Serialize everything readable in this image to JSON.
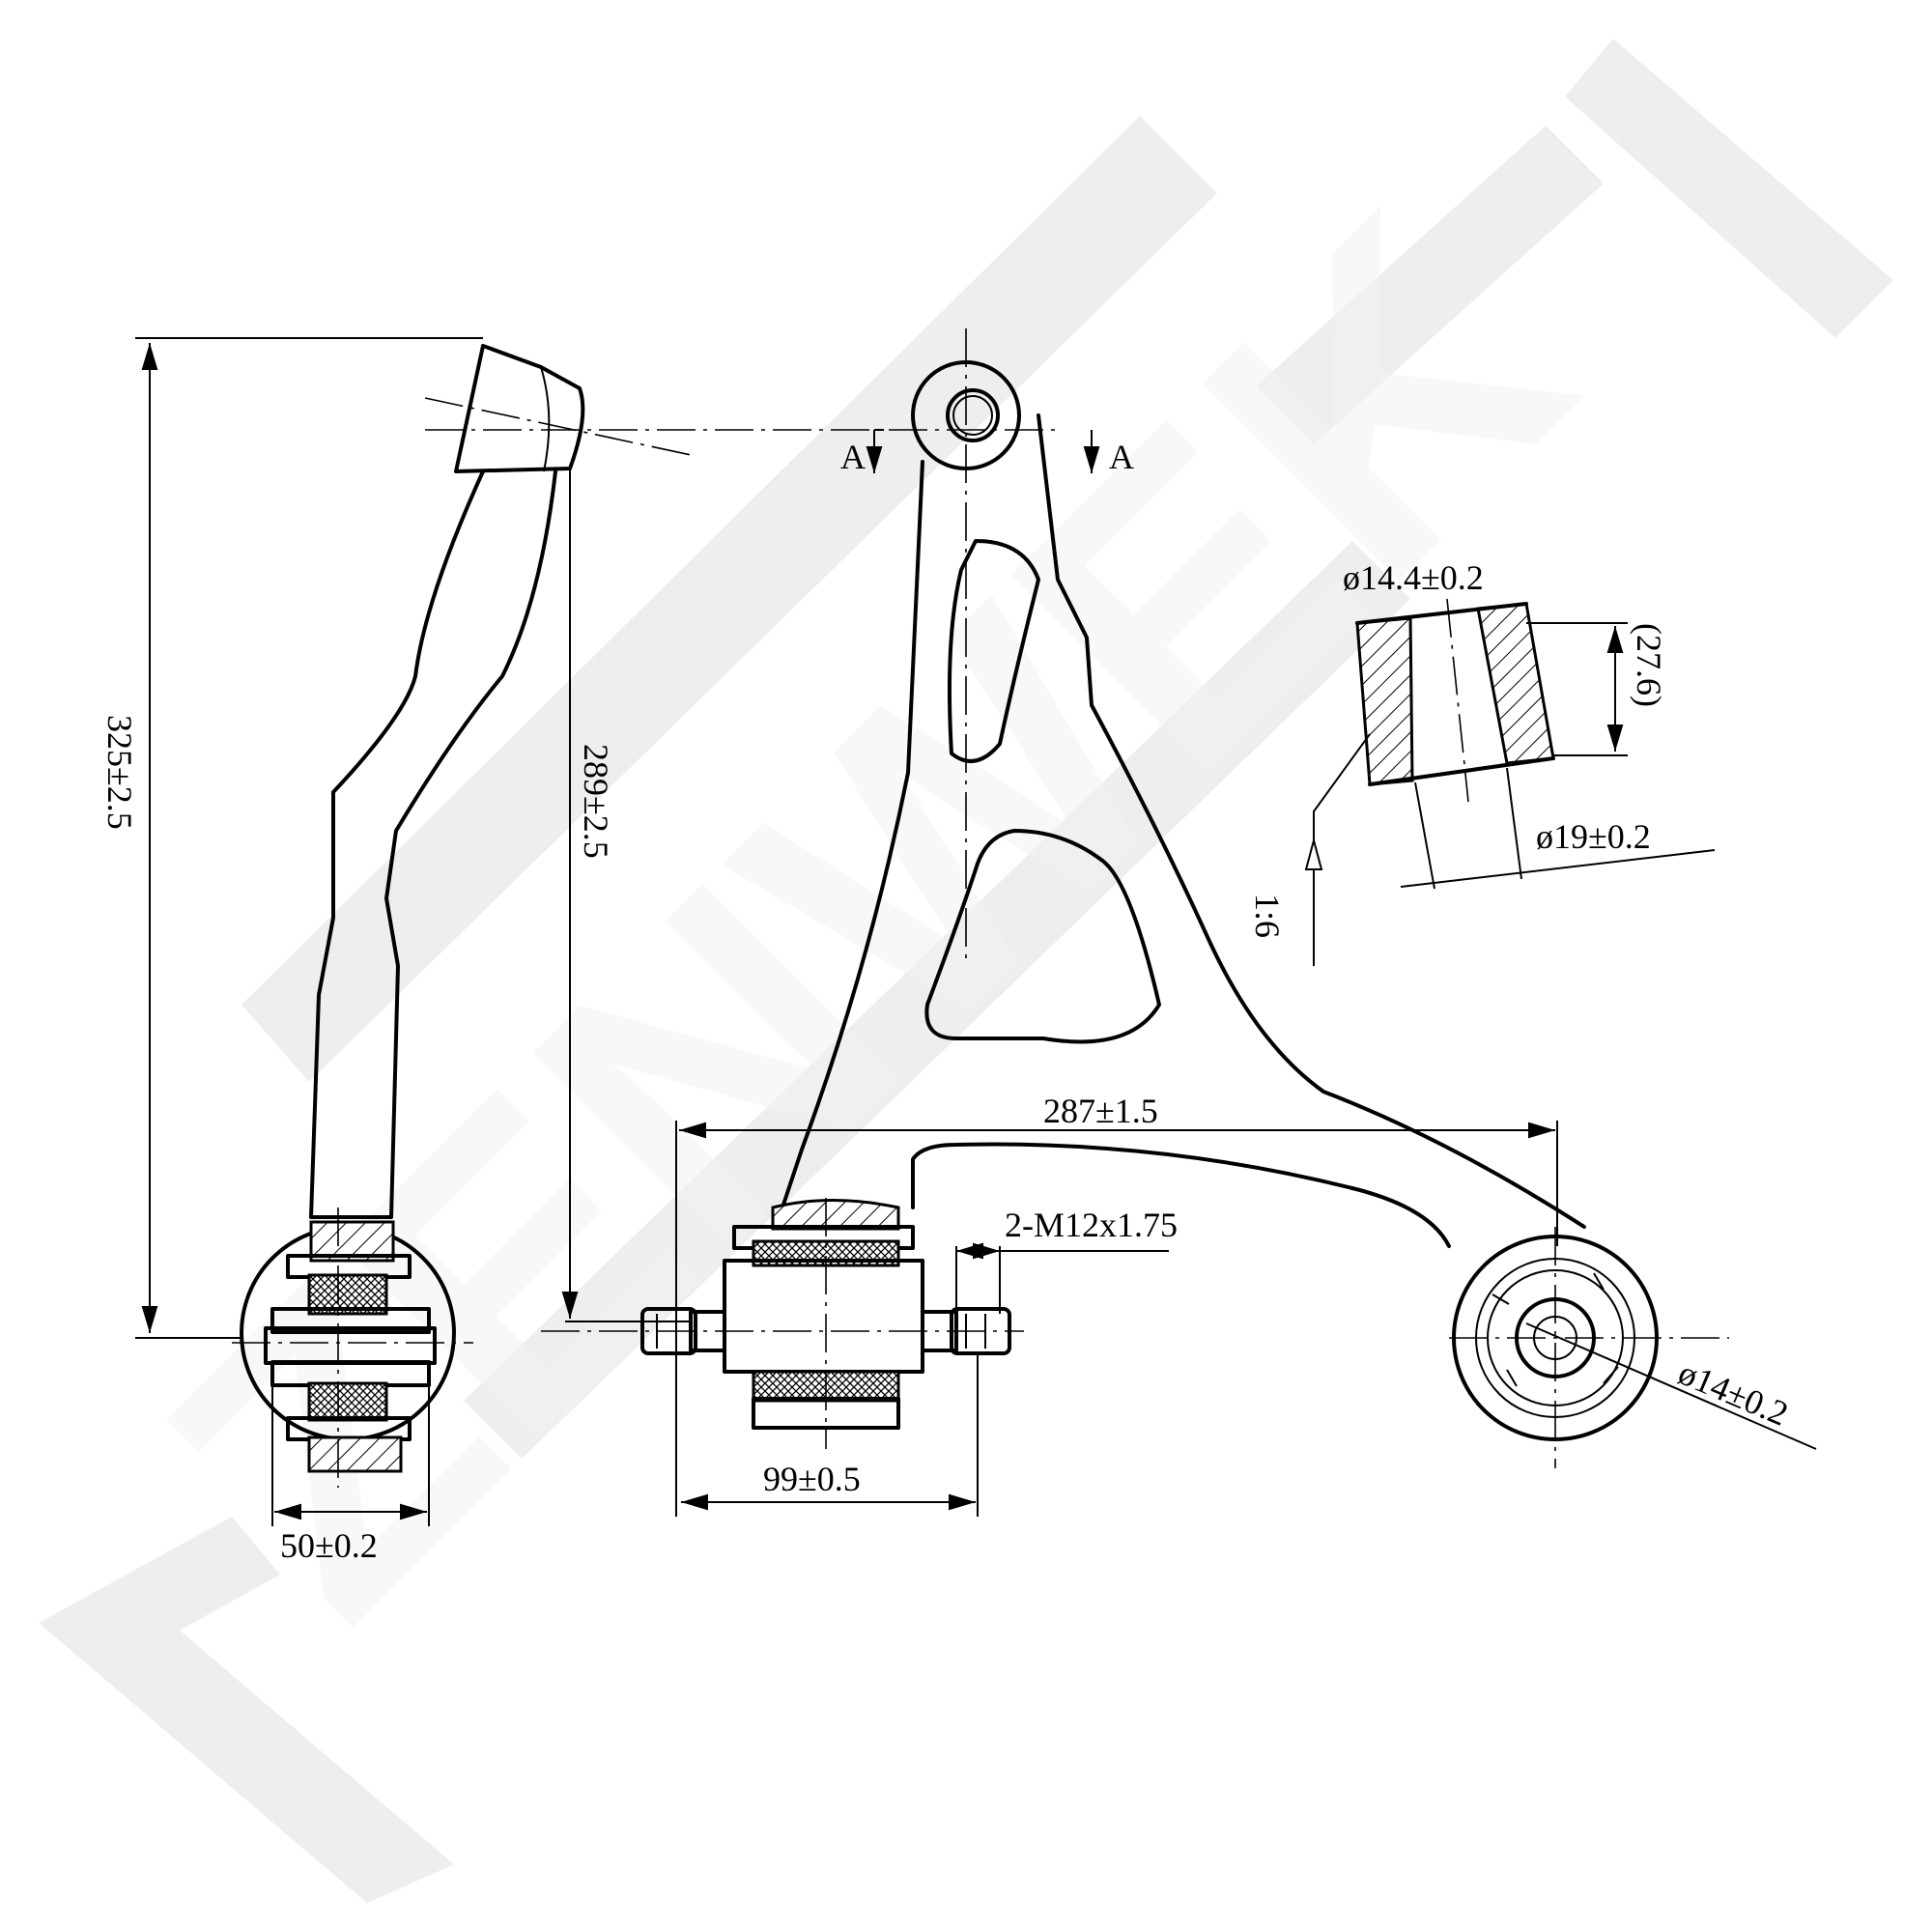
{
  "watermark": {
    "text": "ZENWEK",
    "color": "#eeeeee"
  },
  "section_marks": {
    "left": "A",
    "right": "A"
  },
  "dimensions": {
    "overall_height": "325±2.5",
    "pivot_height": "289±2.5",
    "arm_span": "287±1.5",
    "thread_spec": "2-M12x1.75",
    "bushing_width": "99±0.5",
    "bushing_outer": "50±0.2",
    "bore_diameter": "ø14±0.2"
  },
  "detail": {
    "top_diameter": "ø14.4±0.2",
    "height": "(27.6)",
    "bottom_diameter": "ø19±0.2",
    "taper": "1:6"
  }
}
